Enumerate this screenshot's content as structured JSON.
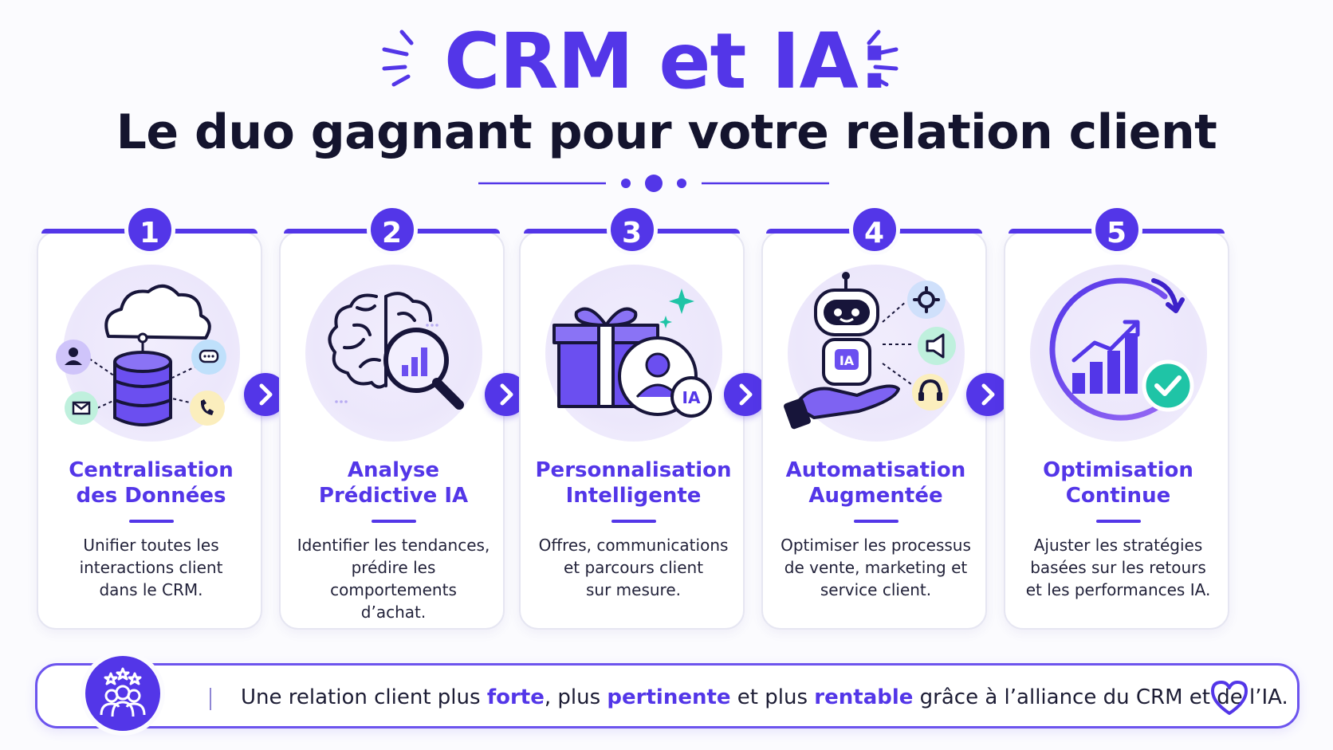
{
  "header": {
    "title": "CRM et IA:",
    "subtitle": "Le duo gagnant pour votre relation client"
  },
  "steps": [
    {
      "number": "1",
      "title": [
        "Centralisation",
        "des Données"
      ],
      "description": [
        "Unifier toutes les",
        "interactions client",
        "dans le CRM."
      ],
      "icon": "cloud-database-icon"
    },
    {
      "number": "2",
      "title": [
        "Analyse",
        "Prédictive IA"
      ],
      "description": [
        "Identifier les tendances,",
        "prédire les comportements",
        "d’achat."
      ],
      "icon": "brain-magnifier-icon"
    },
    {
      "number": "3",
      "title": [
        "Personnalisation",
        "Intelligente"
      ],
      "description": [
        "Offres, communications",
        "et parcours client",
        "sur mesure."
      ],
      "icon": "gift-user-icon",
      "badge": "IA"
    },
    {
      "number": "4",
      "title": [
        "Automatisation",
        "Augmentée"
      ],
      "description": [
        "Optimiser les processus",
        "de vente, marketing et",
        "service client."
      ],
      "icon": "robot-hand-icon",
      "badge": "IA"
    },
    {
      "number": "5",
      "title": [
        "Optimisation",
        "Continue"
      ],
      "description": [
        "Ajuster les stratégies",
        "basées sur les retours",
        "et les performances IA."
      ],
      "icon": "growth-cycle-icon"
    }
  ],
  "banner": {
    "text_1": "Une relation client plus ",
    "highlight_1": "forte",
    "text_2": ", plus ",
    "highlight_2": "pertinente",
    "text_3": " et plus ",
    "highlight_3": "rentable",
    "text_4": " grâce à l’alliance du CRM et de l’IA.",
    "badge_icon": "team-stars-icon",
    "end_icon": "heart-icon"
  },
  "colors": {
    "primary": "#5336e8",
    "dark": "#14142e",
    "teal": "#1fc4a6",
    "accent_light": "#ece7fb"
  }
}
